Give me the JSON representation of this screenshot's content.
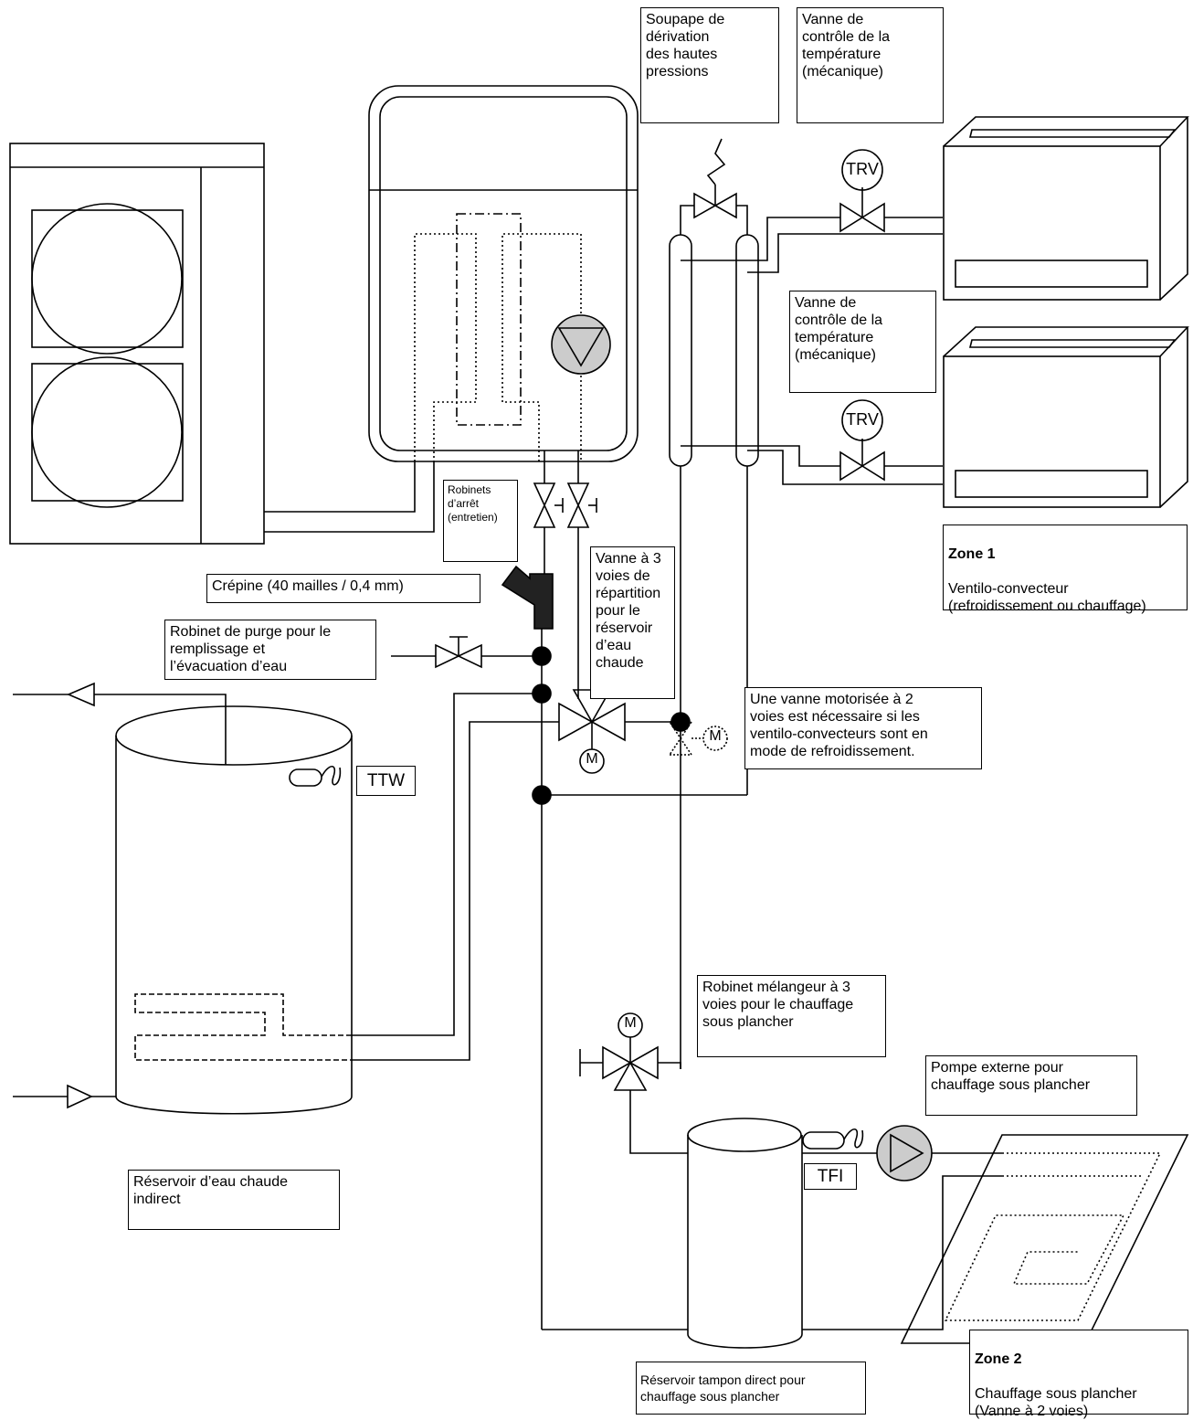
{
  "labels": {
    "bypass_valve": "Soupape de\ndérivation\ndes hautes\npressions",
    "temp_valve_1": "Vanne de\ncontrôle de la\ntempérature\n(mécanique)",
    "temp_valve_2": "Vanne de\ncontrôle de la\ntempérature\n(mécanique)",
    "shutoff_valves": "Robinets\nd’arrêt\n(entretien)",
    "strainer": "Crépine (40 mailles / 0,4 mm)",
    "drain_valve": "Robinet de purge pour le\nremplissage et\nl’évacuation d’eau",
    "three_way_diverter": "Vanne à 3\nvoies de\nrépartition\npour le\nréservoir\nd’eau\nchaude",
    "motorized_2way": "Une vanne motorisée à 2\nvoies est nécessaire si les\nventilo-convecteurs sont en\nmode de refroidissement.",
    "mixing_valve": "Robinet mélangeur à 3\nvoies pour le chauffage\nsous plancher",
    "external_pump": "Pompe externe pour\nchauffage sous plancher",
    "hot_water_tank": "Réservoir d’eau chaude\nindirect",
    "buffer_tank": "Réservoir tampon direct pour\nchauffage sous plancher"
  },
  "zone1": {
    "title": "Zone 1",
    "desc": "Ventilo-convecteur\n(refroidissement ou chauffage)"
  },
  "zone2": {
    "title": "Zone 2",
    "desc": "Chauffage sous plancher\n(Vanne à 2 voies)"
  },
  "tags": {
    "trv": "TRV",
    "ttw": "TTW",
    "tfi": "TFI",
    "motor": "M"
  },
  "colors": {
    "line": "#000000",
    "pump_fill": "#cccccc"
  }
}
